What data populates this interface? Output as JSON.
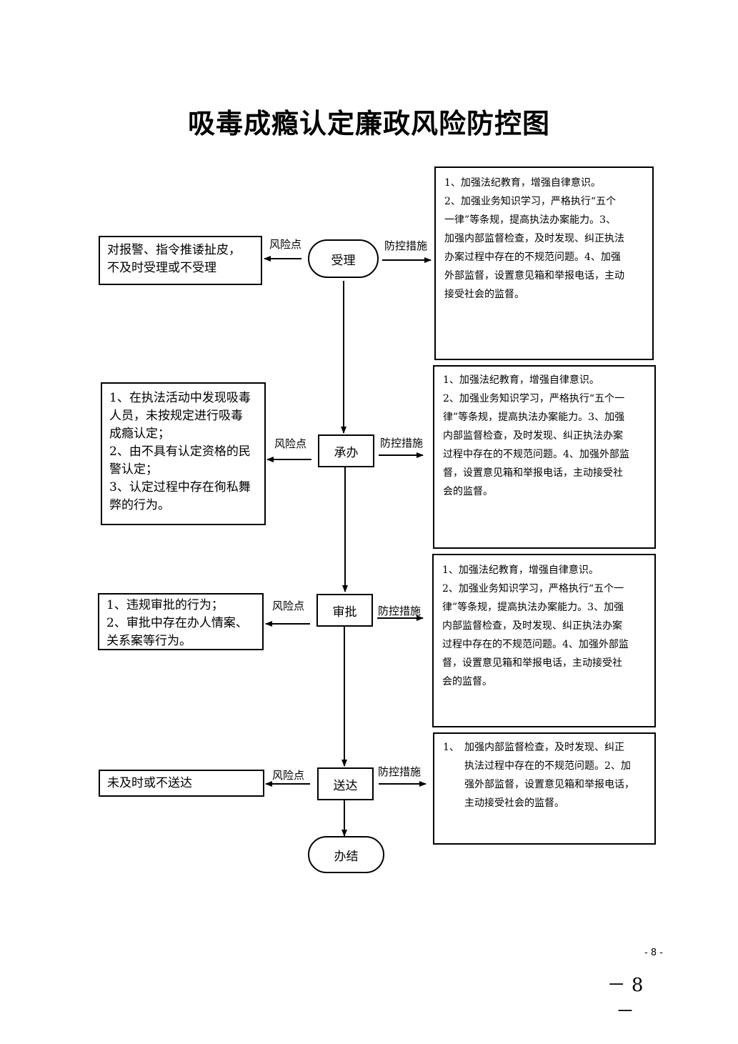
{
  "title": "吸毒成瘾认定廉政风险防控图",
  "label_risk": "风险点",
  "label_measure": "防控措施",
  "nodes": {
    "accept": "受理",
    "handle": "承办",
    "approve": "审批",
    "deliver": "送达",
    "close": "办结"
  },
  "risks": {
    "accept": [
      "对报警、指令推诿扯皮，",
      "不及时受理或不受理"
    ],
    "handle": [
      "1、在执法活动中发现吸毒",
      "人员，未按规定进行吸毒",
      "成瘾认定；",
      "2、由不具有认定资格的民",
      "警认定；",
      "3、认定过程中存在徇私舞",
      "弊的行为。"
    ],
    "approve": [
      "1、违规审批的行为；",
      "2、审批中存在办人情案、",
      "关系案等行为。"
    ],
    "deliver": [
      "未及时或不送达"
    ]
  },
  "measures": {
    "accept": [
      "1、加强法纪教育，增强自律意识。",
      "2、加强业务知识学习，严格执行“五个",
      "一律”等条规，提高执法办案能力。3、",
      "加强内部监督检查，及时发现、纠正执法",
      "办案过程中存在的不规范问题。4、加强",
      "外部监督，设置意见箱和举报电话，主动",
      "接受社会的监督。"
    ],
    "handle": [
      "1、加强法纪教育，增强自律意识。",
      "2、加强业务知识学习，严格执行“五个一",
      "律”等条规，提高执法办案能力。3、加强",
      "内部监督检查，及时发现、纠正执法办案",
      "过程中存在的不规范问题。4、加强外部监",
      "督，设置意见箱和举报电话，主动接受社",
      "会的监督。"
    ],
    "approve": [
      "1、加强法纪教育，增强自律意识。",
      "2、加强业务知识学习，严格执行“五个一",
      "律”等条规，提高执法办案能力。3、加强",
      "内部监督检查，及时发现、纠正执法办案",
      "过程中存在的不规范问题。4、加强外部监",
      "督，设置意见箱和举报电话，主动接受社",
      "会的监督。"
    ],
    "deliver": {
      "num": "1、",
      "lines": [
        "加强内部监督检查，及时发现、纠正",
        "执法过程中存在的不规范问题。2、加",
        "强外部监督，设置意见箱和举报电话，",
        "主动接受社会的监督。"
      ]
    }
  },
  "page_number_small": "- 8 -",
  "page_number_large": "－ 8 －"
}
